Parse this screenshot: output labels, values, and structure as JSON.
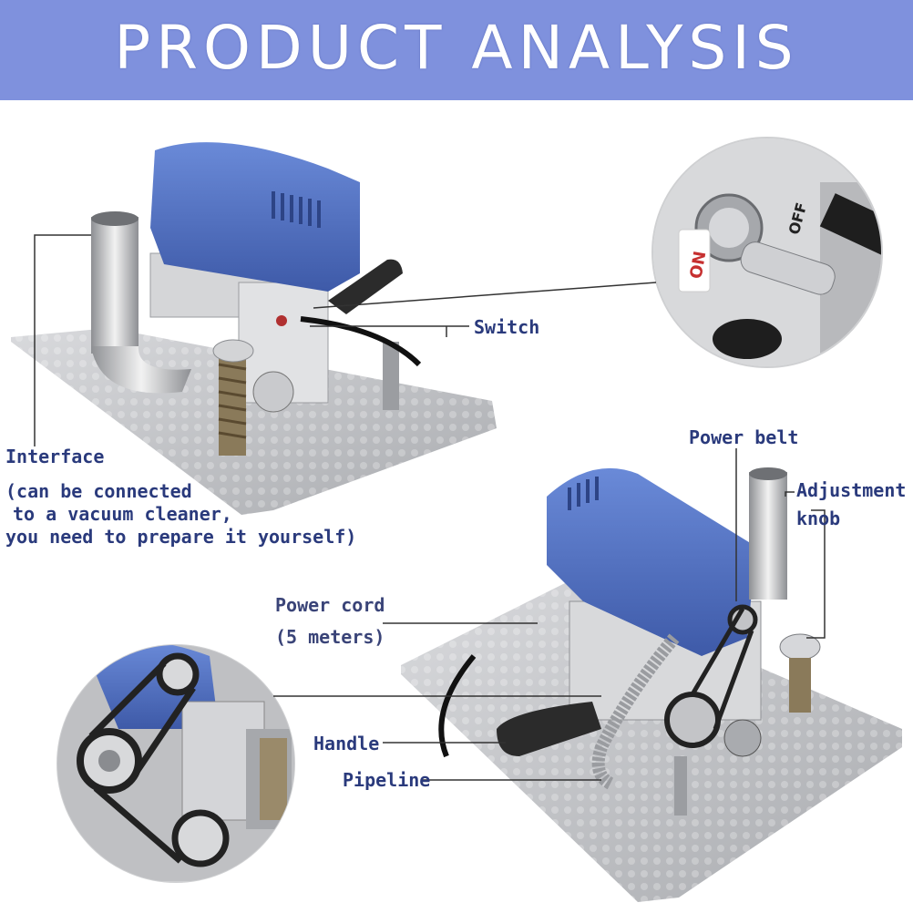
{
  "banner": {
    "title": "PRODUCT ANALYSIS",
    "color": "#7f91dd"
  },
  "labels": {
    "switch": "Switch",
    "interface_title": "Interface",
    "interface_line1": "(can be connected",
    "interface_line2": "to a vacuum cleaner,",
    "interface_line3": "you need to prepare it yourself)",
    "power_belt": "Power belt",
    "adjustment_line1": "Adjustment",
    "adjustment_line2": "knob",
    "power_cord_line1": "Power cord",
    "power_cord_line2": "(5 meters)",
    "handle": "Handle",
    "pipeline": "Pipeline"
  },
  "switch_closeup": {
    "on_text": "ON",
    "off_text": "OFF"
  },
  "colors": {
    "motor_blue": "#4d6fc4",
    "steel": "#c8c9cc",
    "label_text": "#2a3a7c"
  }
}
